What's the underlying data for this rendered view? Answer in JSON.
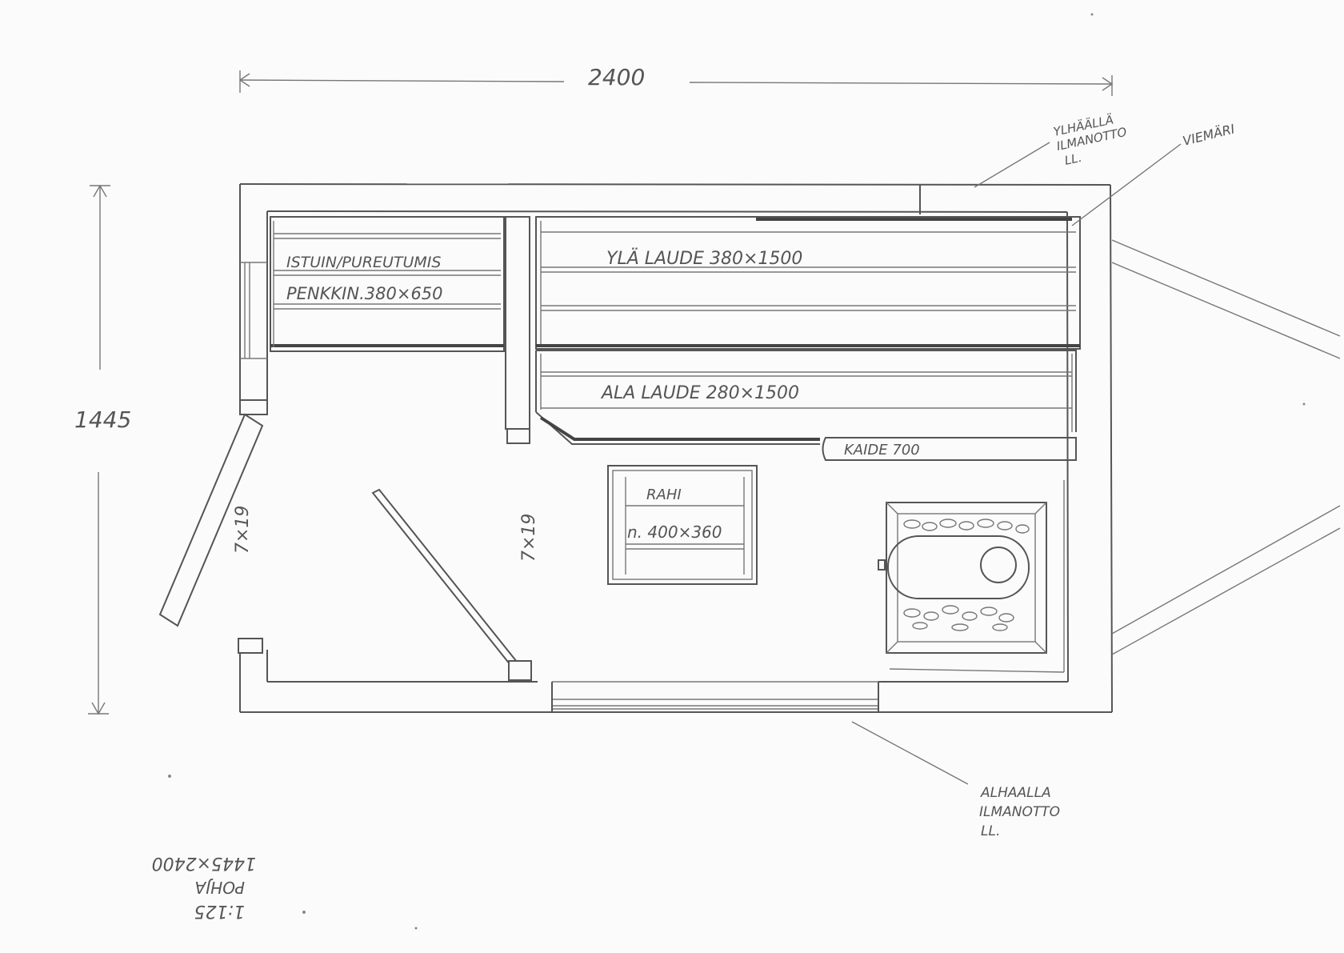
{
  "dimensions": {
    "width_label": "2400",
    "height_label": "1445"
  },
  "benches": {
    "seat_bench_line1": "ISTUIN/PUREUTUMIS",
    "seat_bench_line2": "PENKKIN.380×650",
    "upper_bench": "YLÄ LAUDE 380×1500",
    "lower_bench": "ALA LAUDE 280×1500",
    "railing": "KAIDE 700"
  },
  "stool": {
    "name": "RAHI",
    "size": "n. 400×360"
  },
  "door_labels": {
    "left_door": "7×19",
    "inner_door": "7×19"
  },
  "vents": {
    "upper_intake_line1": "YLHÄÄLLÄ",
    "upper_intake_line2": "ILMANOTTO",
    "upper_intake_line3": "LL.",
    "drain": "VIEMÄRI",
    "lower_intake_line1": "ALHAALLA",
    "lower_intake_line2": "ILMANOTTO",
    "lower_intake_line3": "LL."
  },
  "title_block": {
    "scale": "1:125",
    "title": "POHJA",
    "size": "1445×2400"
  },
  "colors": {
    "paper": "#fbfbfb",
    "pencil": "#555555"
  }
}
